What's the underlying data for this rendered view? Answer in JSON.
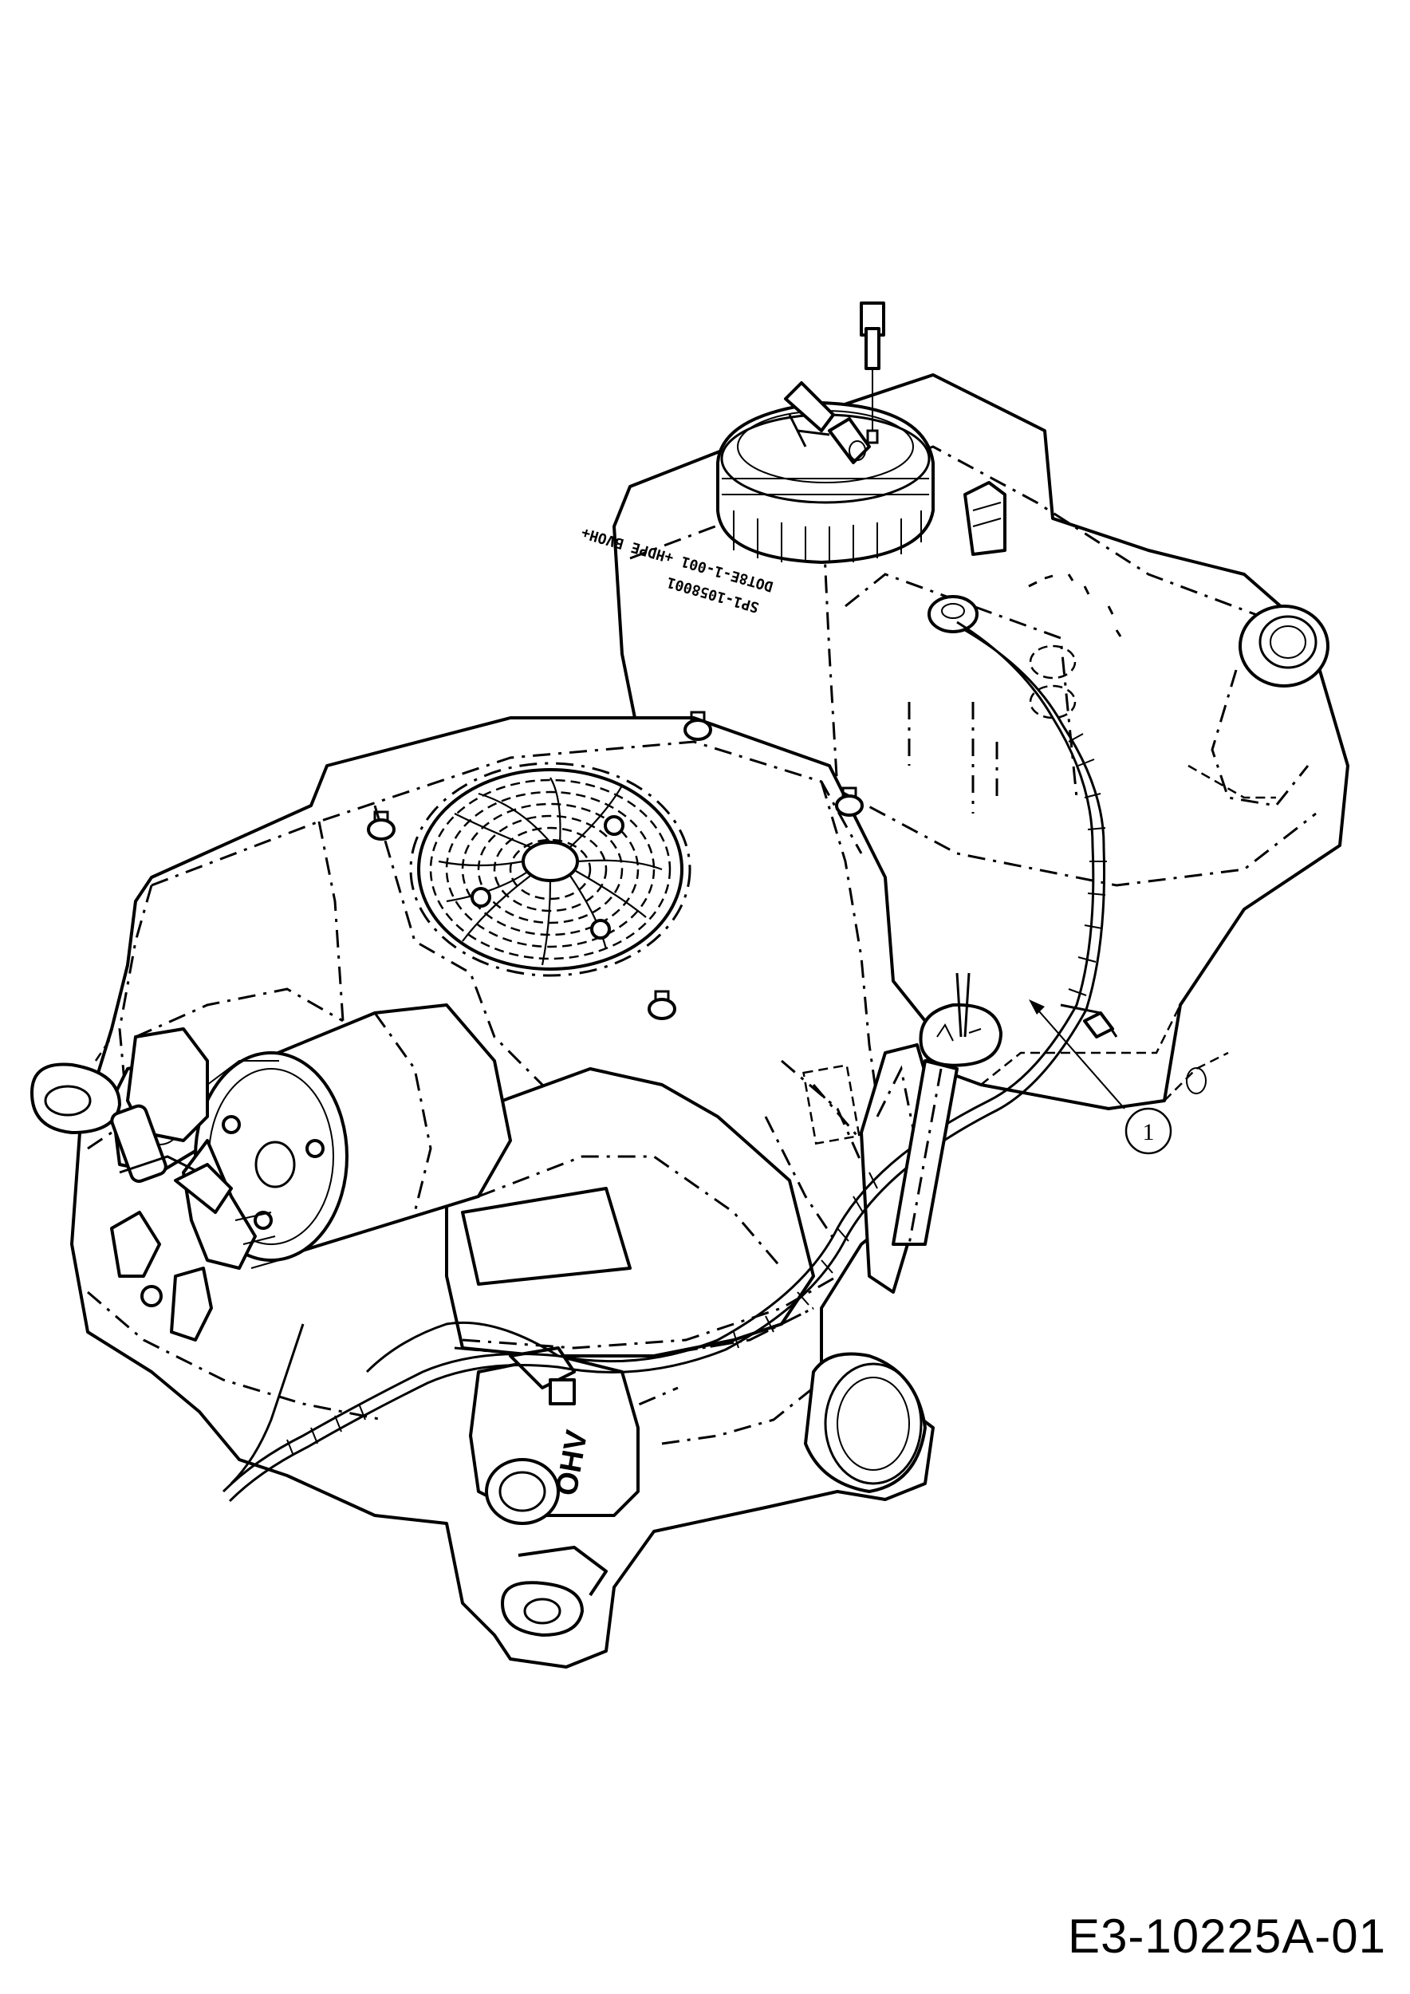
{
  "diagram": {
    "drawing_code": "E3-10225A-01",
    "callouts": [
      {
        "label": "1"
      }
    ],
    "engine_marking": "OHV",
    "tank_label_lines": [
      "SP1-1058001",
      "DOT8E-1-001 +HDPE BVOH+"
    ]
  }
}
